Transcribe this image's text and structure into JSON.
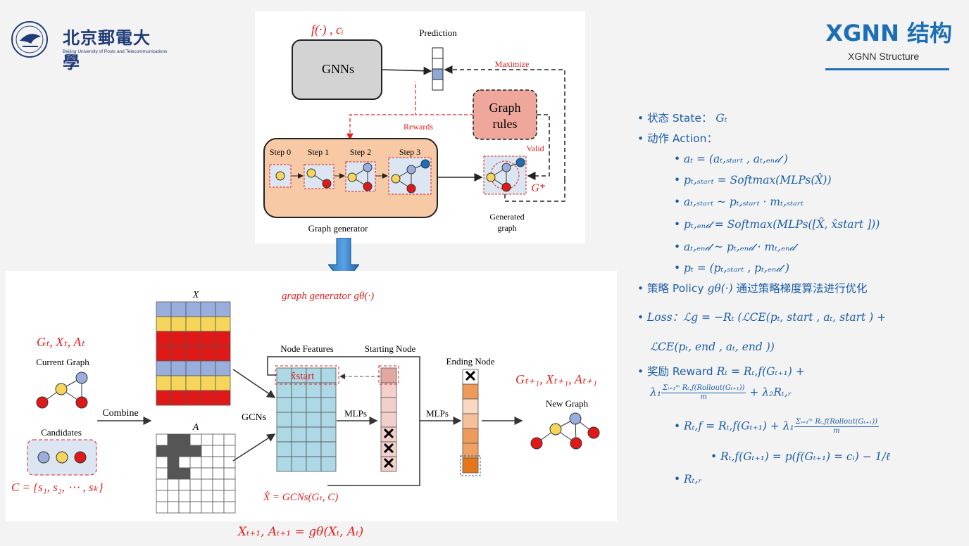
{
  "header": {
    "logo_text": "北京郵電大學",
    "logo_sub": "Beijing University of Posts and Telecommunications",
    "title": "XGNN 结构",
    "subtitle": "XGNN Structure"
  },
  "top_diagram": {
    "f_label": "f(·) , cᵢ",
    "gnns": "GNNs",
    "prediction": "Prediction",
    "maximize": "Maximize",
    "graph_rules_1": "Graph",
    "graph_rules_2": "rules",
    "rewards": "Rewards",
    "valid": "Valid",
    "steps": [
      "Step 0",
      "Step 1",
      "Step 2",
      "Step 3"
    ],
    "g_star": "G*",
    "generated_1": "Generated",
    "generated_2": "graph",
    "graph_generator": "Graph generator"
  },
  "bottom_diagram": {
    "generator_label": "graph generator gθ(·)",
    "gt_xt_at": "Gₜ, Xₜ, Aₜ",
    "current_graph": "Current Graph",
    "candidates": "Candidates",
    "c_set": "C = {s₁, s₂, ⋯ , sₖ}",
    "combine": "Combine",
    "x_label": "X",
    "a_label": "A",
    "gcns": "GCNs",
    "node_features": "Node Features",
    "x_start": "x̂start",
    "starting_node": "Starting Node",
    "mlps1": "MLPs",
    "mlps2": "MLPs",
    "ending_node": "Ending Node",
    "gt1": "Gₜ₊₁, Xₜ₊₁, Aₜ₊₁",
    "new_graph": "New Graph",
    "xhat_eq": "X̂ = GCNs(Gₜ, C)",
    "bottom_eq": "Xₜ₊₁, Aₜ₊₁ = gθ(Xₜ, Aₜ)"
  },
  "bullets": {
    "l1a": "状态 State：",
    "l1b": "Gₜ",
    "l2": "动作 Action：",
    "l3": "aₜ = (aₜ,ₛₜₐᵣₜ , aₜ,ₑₙ𝒹 )",
    "l4": "pₜ,ₛₜₐᵣₜ = Softmax(MLPs(X̂))",
    "l5": "aₜ,ₛₜₐᵣₜ ~ pₜ,ₛₜₐᵣₜ · mₜ,ₛₜₐᵣₜ",
    "l6": "pₜ,ₑₙ𝒹 = Softmax(MLPs([X̂, x̂start ]))",
    "l7": "aₜ,ₑₙ𝒹 ~ pₜ,ₑₙ𝒹 · mₜ,ₑₙ𝒹",
    "l8": "pₜ = (pₜ,ₛₜₐᵣₜ , pₜ,ₑₙ𝒹 )",
    "l9a": "策略 Policy ",
    "l9b": "gθ(·)",
    "l9c": " 通过策略梯度算法进行优化",
    "l10": "Loss：ℒg = −Rₜ (ℒCE(pₜ, start , aₜ, start ) +",
    "l11": "ℒCE(pₜ, end , aₜ, end ))",
    "l12a": "奖励 Reward ",
    "l12b": "Rₜ = Rₜ,f(Gₜ₊₁) +",
    "l13a": "λ₁",
    "l13num": "Σᵢ₌₁ᵐ Rₜ,f(Rollout(Gₜ₊₁))",
    "l13den": "m",
    "l13b": "+ λ₂Rₜ,ᵣ",
    "l14a": "Rₜ,f = Rₜ,f(Gₜ₊₁) + λ₁",
    "l14num": "Σᵢ₌₁ᵐ Rₜ,f(Rollout(Gₜ₊₁))",
    "l14den": "m",
    "l15": "Rₜ,f(Gₜ₊₁) = p(f(Gₜ₊₁) = cᵢ) − 1/ℓ",
    "l16": "Rₜ,ᵣ"
  },
  "colors": {
    "title_blue": "#1c6fb5",
    "bullet_blue": "#1c5da8",
    "red": "#e02020",
    "node_blue": "#99aedc",
    "node_yellow": "#f5d55a",
    "node_red": "#e01818",
    "teal_cell": "#add8e6",
    "orange": "#f7c9a5"
  }
}
